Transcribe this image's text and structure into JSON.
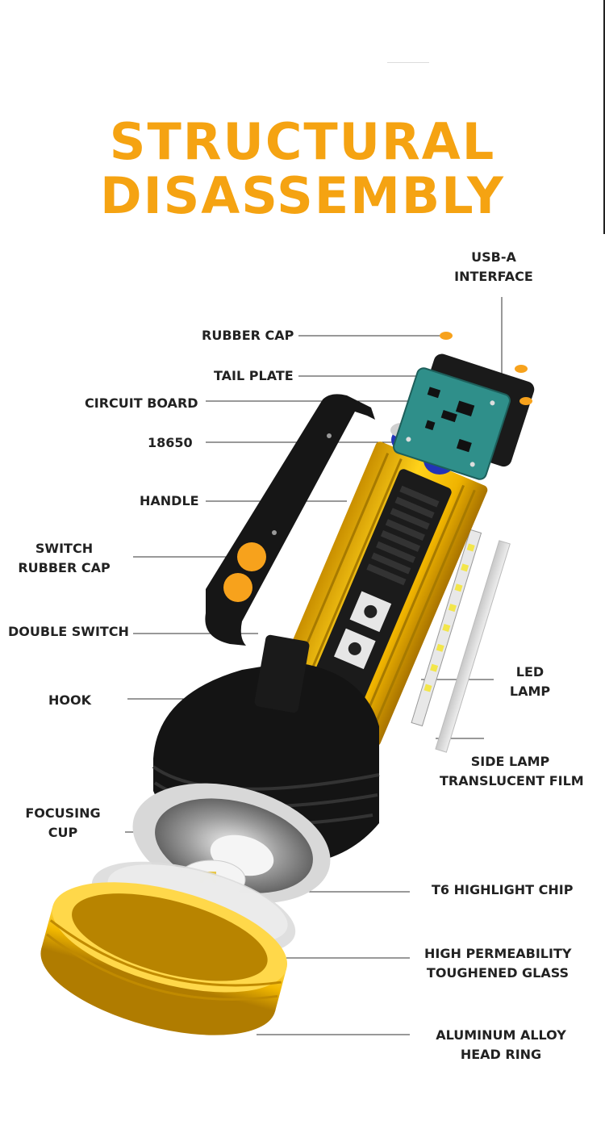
{
  "title": {
    "line1": "STRUCTURAL",
    "line2": "DISASSEMBLY"
  },
  "labels": {
    "usb_a": [
      "USB-A",
      "INTERFACE"
    ],
    "rubber_cap": "RUBBER CAP",
    "tail_plate": "TAIL PLATE",
    "circuit_board": "CIRCUIT BOARD",
    "battery": "18650",
    "handle": "HANDLE",
    "switch_rubber_cap": [
      "SWITCH",
      "RUBBER CAP"
    ],
    "double_switch": "DOUBLE SWITCH",
    "hook": "HOOK",
    "led_lamp": [
      "LED",
      "LAMP"
    ],
    "side_lamp_film": [
      "SIDE LAMP",
      "TRANSLUCENT FILM"
    ],
    "focusing_cup": [
      "FOCUSING",
      "CUP"
    ],
    "t6_chip": "T6 HIGHLIGHT CHIP",
    "glass": [
      "HIGH PERMEABILITY",
      "TOUGHENED GLASS"
    ],
    "head_ring": [
      "ALUMINUM ALLOY",
      "HEAD RING"
    ]
  },
  "colors": {
    "accent": "#f5a312",
    "body_gold": "#f2c200",
    "plastic_black": "#1a1a1a",
    "pcb_teal": "#2f8f8a",
    "battery_blue": "#2233b8",
    "button_orange": "#f7a21c",
    "leader": "#333333"
  }
}
